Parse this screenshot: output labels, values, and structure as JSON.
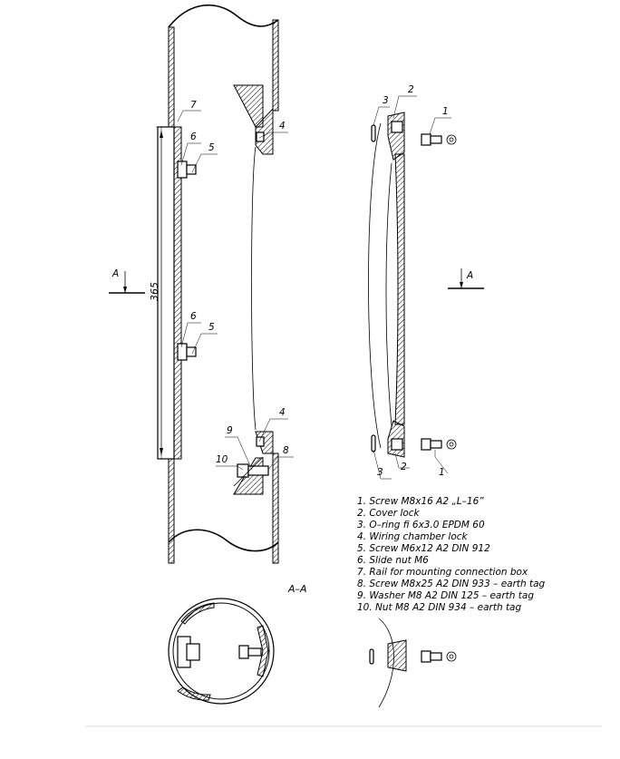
{
  "dimension": "365",
  "section_mark": "A",
  "section_title": "A–A",
  "callouts": {
    "c1": "1",
    "c2": "2",
    "c3": "3",
    "c4": "4",
    "c5": "5",
    "c6": "6",
    "c7": "7",
    "c8": "8",
    "c9": "9",
    "c10": "10"
  },
  "legend": [
    "1. Screw M8x16 A2 „L–16”",
    "2. Cover lock",
    "3. O–ring fi 6x3.0 EPDM 60",
    "4. Wiring chamber lock",
    "5. Screw M6x12 A2 DIN 912",
    "6. Slide nut M6",
    "7. Rail for mounting connection box",
    "8. Screw M8x25 A2 DIN 933 – earth tag",
    "9. Washer M8 A2 DIN 125 – earth tag",
    "10. Nut M8 A2 DIN 934 – earth tag"
  ]
}
